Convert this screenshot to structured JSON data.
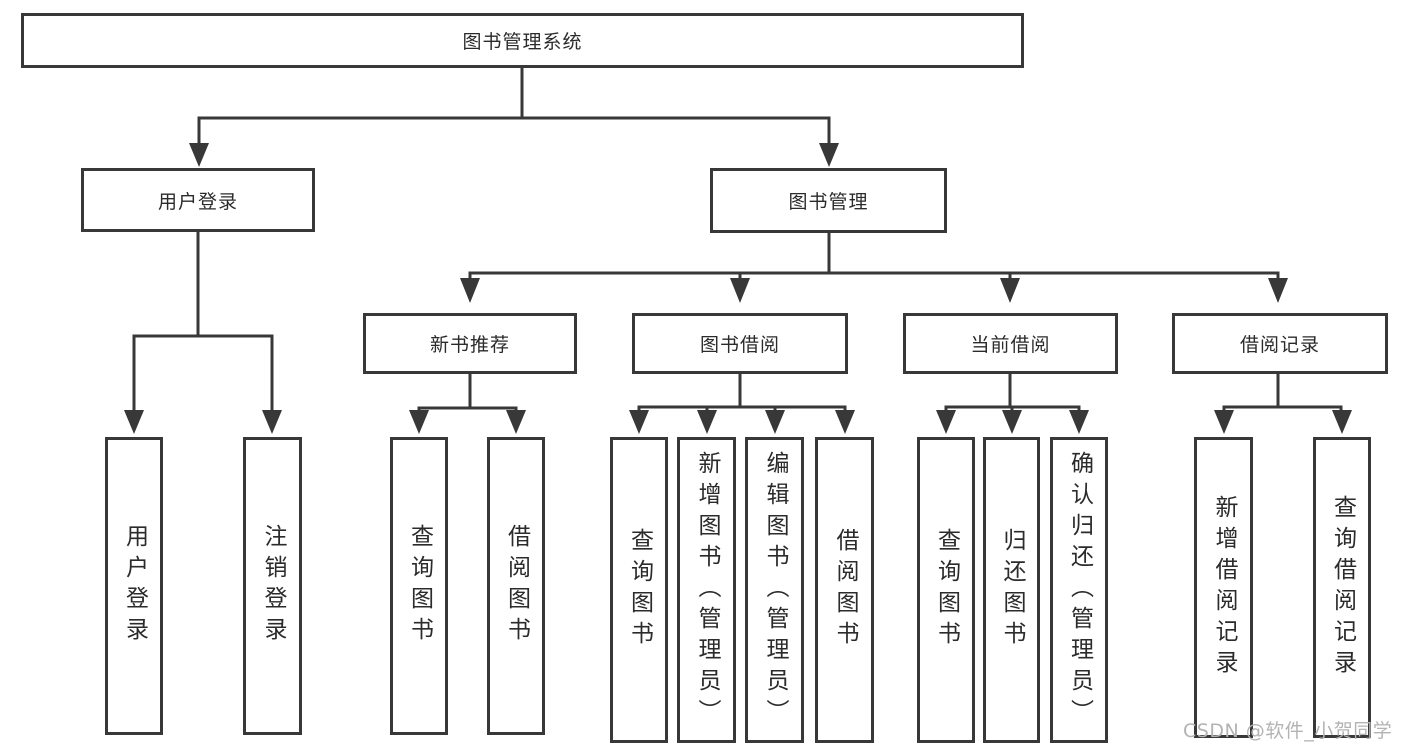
{
  "tree": {
    "root": {
      "label": "图书管理系统",
      "children": [
        {
          "label": "用户登录",
          "children": [
            {
              "label": "用户登录"
            },
            {
              "label": "注销登录"
            }
          ]
        },
        {
          "label": "图书管理",
          "children": [
            {
              "label": "新书推荐",
              "children": [
                {
                  "label": "查询图书"
                },
                {
                  "label": "借阅图书"
                }
              ]
            },
            {
              "label": "图书借阅",
              "children": [
                {
                  "label": "查询图书"
                },
                {
                  "label": "新增图书（管理员）"
                },
                {
                  "label": "编辑图书（管理员）"
                },
                {
                  "label": "借阅图书"
                }
              ]
            },
            {
              "label": "当前借阅",
              "children": [
                {
                  "label": "查询图书"
                },
                {
                  "label": "归还图书"
                },
                {
                  "label": "确认归还（管理员）"
                }
              ]
            },
            {
              "label": "借阅记录",
              "children": [
                {
                  "label": "新增借阅记录"
                },
                {
                  "label": "查询借阅记录"
                }
              ]
            }
          ]
        }
      ]
    }
  },
  "watermark": {
    "text": "CSDN @软件_小贺同学"
  },
  "colors": {
    "line": "#383838",
    "text": "#2b2b2b",
    "watermark": "#b3b3b3",
    "background": "#ffffff"
  }
}
